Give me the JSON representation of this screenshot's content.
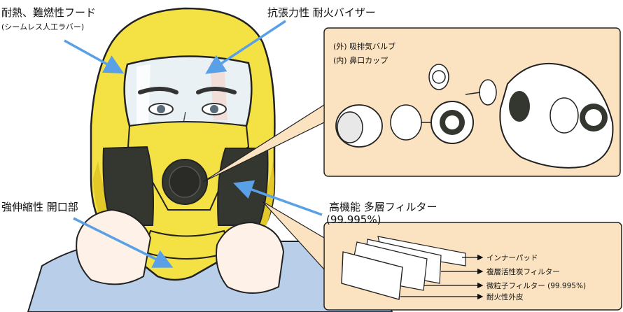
{
  "labels": {
    "hood_title": "耐熱、難燃性フード",
    "hood_sub": "(シームレス人工ラバー)",
    "visor": "抗張力性 耐火バイザー",
    "opening": "強伸縮性 開口部",
    "filter_title": "高機能 多層フィルター",
    "filter_rate": "(99.995%)",
    "valve": "(外) 吸排気バルブ",
    "cup": "(内) 鼻口カップ",
    "layer_inner": "インナーパッド",
    "layer_carbon": "複層活性炭フィルター",
    "layer_particle": "微粒子フィルター (99.995%)",
    "layer_outer": "耐火性外皮"
  },
  "colors": {
    "hood": "#f4e245",
    "hood_shadow": "#e3c82a",
    "outline": "#222222",
    "callout_bg": "#fbe2c0",
    "callout_border": "#222222",
    "arrow": "#5aa0e6",
    "skin": "#fdf1e8",
    "shirt": "#b9cfe9",
    "filter_panel": "#343630"
  },
  "icons": [
    "blue-arrow",
    "exhaust-valve",
    "nose-cup",
    "filter-layer-stack"
  ]
}
